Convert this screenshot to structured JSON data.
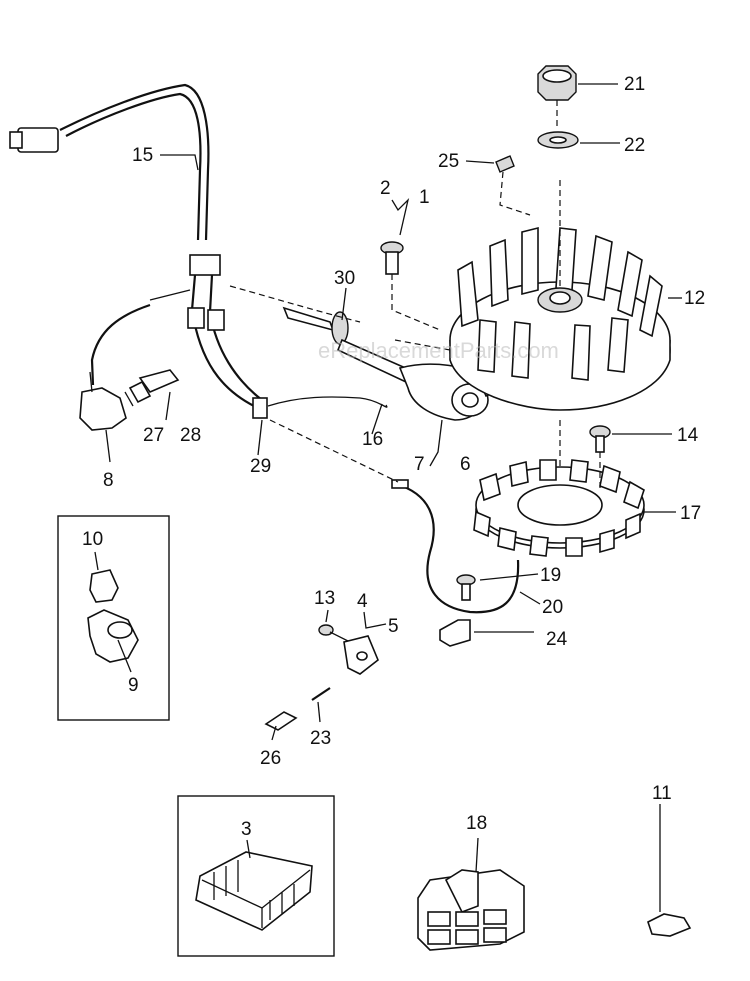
{
  "watermark": "eReplacementParts.com",
  "callouts": {
    "c1": "1",
    "c2": "2",
    "c3": "3",
    "c4": "4",
    "c5": "5",
    "c6": "6",
    "c7": "7",
    "c8": "8",
    "c9": "9",
    "c10": "10",
    "c11": "11",
    "c12": "12",
    "c13": "13",
    "c14": "14",
    "c15": "15",
    "c16": "16",
    "c17": "17",
    "c18": "18",
    "c19": "19",
    "c20": "20",
    "c21": "21",
    "c22": "22",
    "c23": "23",
    "c24": "24",
    "c25": "25",
    "c26": "26",
    "c27": "27",
    "c28": "28",
    "c29": "29",
    "c30": "30"
  }
}
